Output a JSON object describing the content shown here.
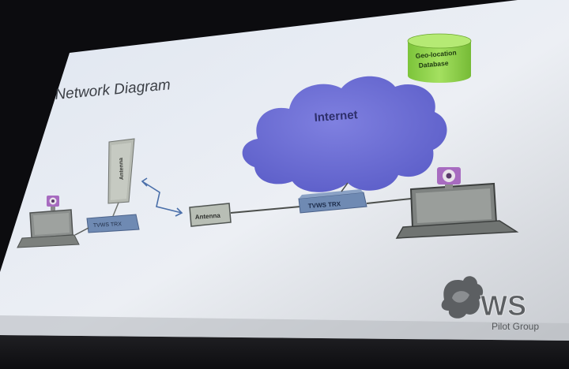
{
  "slide": {
    "title": "Network Diagram",
    "cloud_label": "Internet",
    "database_label_line1": "Geo-location",
    "database_label_line2": "Database",
    "tall_antenna_label": "Antenna",
    "small_antenna_label": "Antenna",
    "left_device_label": "TVWS TRX",
    "center_device_label": "TVWS TRX",
    "logo_text": "WS",
    "logo_subtitle": "Pilot Group"
  },
  "colors": {
    "cloud": "#6d6fd6",
    "database": "#8fd24a",
    "device": "#6f8ab3",
    "antenna_box": "#b8beb5",
    "laptop_screen": "#8b8f8d",
    "camera": "#a76bc0",
    "arrow": "#4a6faa"
  },
  "icons": [
    "cloud-shape",
    "database-cylinder-icon",
    "laptop-icon",
    "webcam-icon",
    "double-arrow-icon",
    "lion-logo"
  ]
}
